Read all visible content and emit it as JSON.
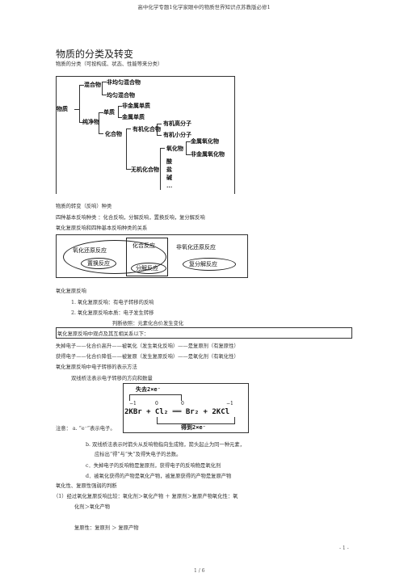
{
  "header": "高中化学专题1化学家眼中的物质世界知识点苏教版必修1",
  "title": "物质的分类及转变",
  "subtitle": "物质的分类（可按构成、状态、性能等来分类）",
  "tree": {
    "root": "物质",
    "mixture": "混合物",
    "mixture_children": [
      "非均匀混合物",
      "均匀混合物"
    ],
    "pure": "纯净物",
    "simple": "单质",
    "simple_children": [
      "非金属单质",
      "金属单质"
    ],
    "compound": "化合物",
    "organic": "有机化合物",
    "organic_children": [
      "有机高分子",
      "有机小分子"
    ],
    "inorganic": "无机化合物",
    "oxide": "氧化物",
    "oxide_children": [
      "金属氧化物",
      "非金属氧化物"
    ],
    "others": [
      "酸",
      "盐",
      "碱",
      "..."
    ]
  },
  "reaction_type_title": "物质的转变（反响）种类",
  "four_basic": "四种基本反响种类 ：化合反响，分解反响，置换反响，复分解反响",
  "redox_relation": "氧化复原反响和四种基本反响种类的关系",
  "venn": {
    "redox": "氧化还原反应",
    "combination": "化合反应",
    "non_redox": "非氧化还原反应",
    "displacement": "置换反应",
    "decomposition": "分解反应",
    "double_decomp": "复分解反应"
  },
  "redox_head": "氧化复原反响",
  "redox_items": [
    "1. 氧化复原反响：有电子转移的反响",
    "2.  氧化复原反响本质：电子发生转移"
  ],
  "judge_basis": "判断依照：元素化合价发生变化",
  "concept_line": "氧化复原反响中观点及其互相关系以下：",
  "lose_electron": "失掉电子——化合价高升——被氧化（发生氧化反响）——是复原剂（有复原性）",
  "gain_electron": "获得电子——化合价降低——被复原（发生复原反响）——是氧化剂（有氧化性）",
  "transfer_repr": "氧化复原反响中电子转移的表示方法",
  "double_bridge": "双线桥法表示电子转移的方向和数量",
  "bridge": {
    "lose": "失去2×e⁻",
    "gain": "得到2×e⁻",
    "equation": "2KBr + Cl₂ ══ Br₂ + 2KCl",
    "ox_states": [
      "−1",
      "0",
      "0",
      "−1"
    ]
  },
  "note_a": "注意： a. “e⁻”表示电子。",
  "note_b1": "b. 双线桥法表示时箭头从反响物指向生成物，箭头起止为同一种元素，",
  "note_b2": "应标出“得”与“失”及得失电子的总数。",
  "note_c": "c．失掉电子的反响物是复原剂，获得电子的反响物是氧化剂",
  "note_d": "d．被氧化获得的产物是氧化产物，被复原获得的产物是复原产物",
  "strength_head": "氧化性、复原性强弱的判断",
  "strength_1a": "（1）经过氧化复原反响比较：氧化剂＞氧化产物 ＋ 复原剂＞复原产物氧化性：氧",
  "strength_1b": "化剂＞氧化产物",
  "strength_2": "复原性：复原剂  ＞  复原产物",
  "page_num": "- 1 -",
  "page_total": "1 / 6"
}
